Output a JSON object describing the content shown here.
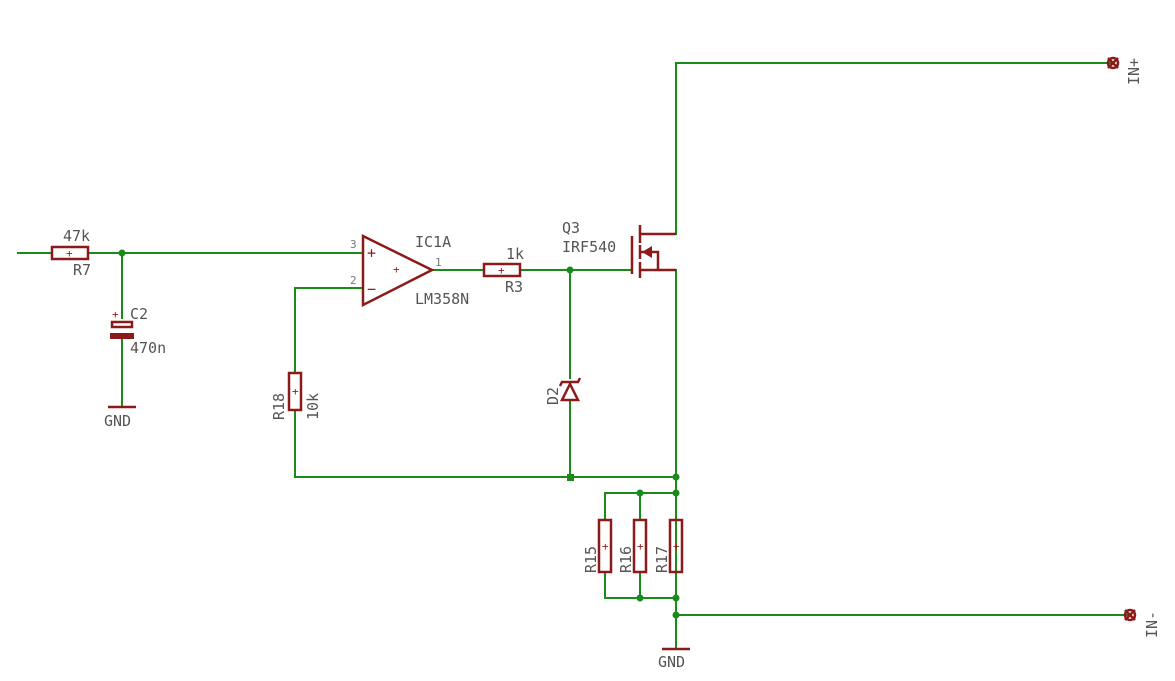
{
  "parts": {
    "r7": {
      "name": "R7",
      "value": "47k"
    },
    "c2": {
      "name": "C2",
      "value": "470n"
    },
    "ic1": {
      "name": "IC1A",
      "value": "LM358N",
      "pin_noninv": "3",
      "pin_inv": "2",
      "pin_out": "1"
    },
    "r3": {
      "name": "R3",
      "value": "1k"
    },
    "q3": {
      "name": "Q3",
      "value": "IRF540"
    },
    "d2": {
      "name": "D2"
    },
    "r18": {
      "name": "R18",
      "value": "10k"
    },
    "r15": {
      "name": "R15"
    },
    "r16": {
      "name": "R16"
    },
    "r17": {
      "name": "R17"
    }
  },
  "nets": {
    "gnd_left": "GND",
    "gnd_bottom": "GND",
    "in_plus": "IN+",
    "in_minus": "IN-"
  },
  "symbols": {
    "plus": "+",
    "minus": "−"
  },
  "colors": {
    "wire": "#1a8a1a",
    "component": "#8b1a1a",
    "label": "#555555"
  }
}
